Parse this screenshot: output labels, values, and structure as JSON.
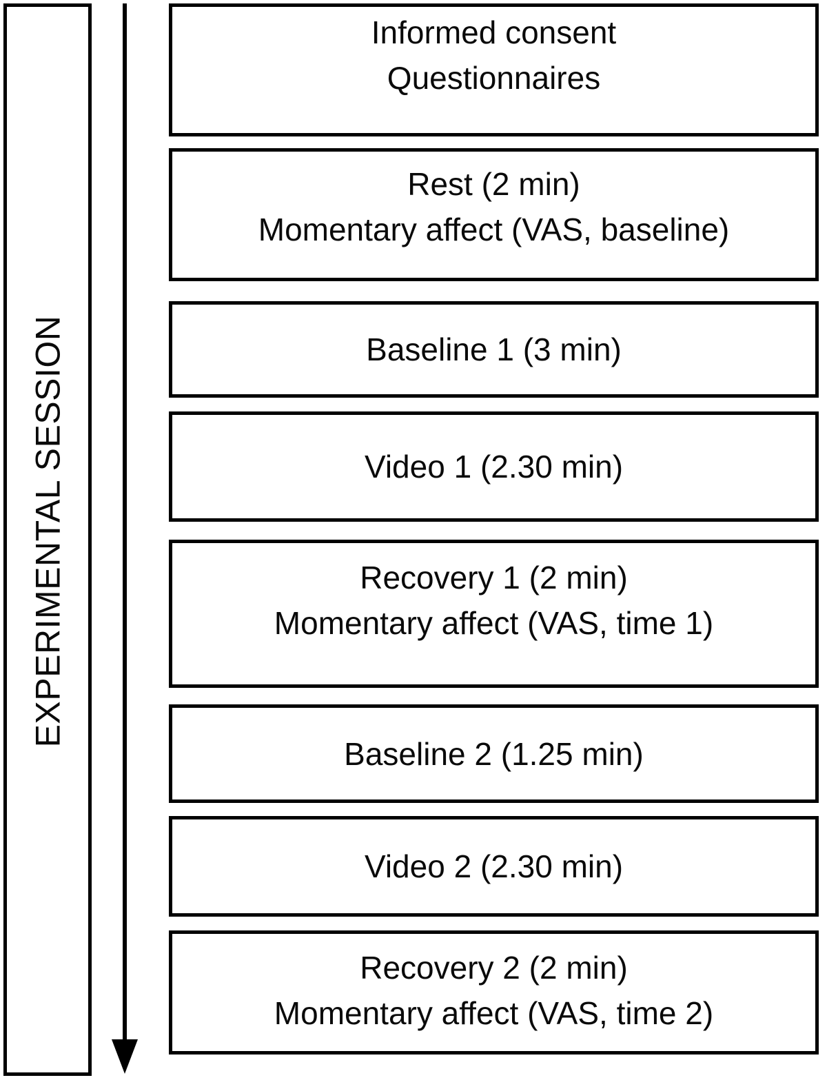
{
  "diagram": {
    "side_label": "EXPERIMENTAL SESSION",
    "steps": [
      {
        "id": "informed-consent",
        "lines": [
          "Informed consent",
          "Questionnaires"
        ]
      },
      {
        "id": "rest",
        "lines": [
          "Rest (2 min)",
          "Momentary affect (VAS, baseline)"
        ]
      },
      {
        "id": "baseline-1",
        "lines": [
          "Baseline 1 (3 min)"
        ]
      },
      {
        "id": "video-1",
        "lines": [
          "Video 1 (2.30 min)"
        ]
      },
      {
        "id": "recovery-1",
        "lines": [
          "Recovery 1 (2 min)",
          "Momentary affect (VAS, time 1)"
        ]
      },
      {
        "id": "baseline-2",
        "lines": [
          "Baseline 2 (1.25 min)"
        ]
      },
      {
        "id": "video-2",
        "lines": [
          "Video 2 (2.30 min)"
        ]
      },
      {
        "id": "recovery-2",
        "lines": [
          "Recovery 2 (2 min)",
          "Momentary affect (VAS, time 2)"
        ]
      }
    ],
    "colors": {
      "border": "#000000",
      "text": "#0a0a0a",
      "background": "#ffffff"
    }
  }
}
